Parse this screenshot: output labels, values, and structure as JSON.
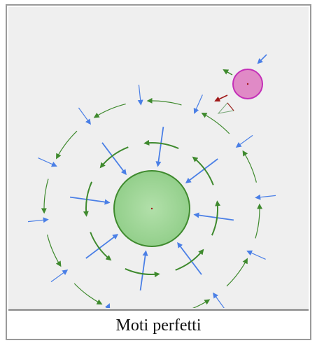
{
  "caption": "Moti perfetti",
  "colors": {
    "background": "#efefef",
    "frame": "#9a9a9a",
    "central_body_fill": "#9fd69a",
    "central_body_stroke": "#3f8a2e",
    "small_body_fill": "#e08ac6",
    "small_body_stroke": "#c42fb8",
    "gravity_arrow": "#4a7fe6",
    "velocity_arrow": "#3f8a2e",
    "force_arrow": "#a01818"
  },
  "icons": {
    "central_body": "green-circle",
    "small_body": "pink-circle",
    "gravity_arrows": "blue-arrows",
    "velocity_arrows": "green-curved-arrows"
  }
}
